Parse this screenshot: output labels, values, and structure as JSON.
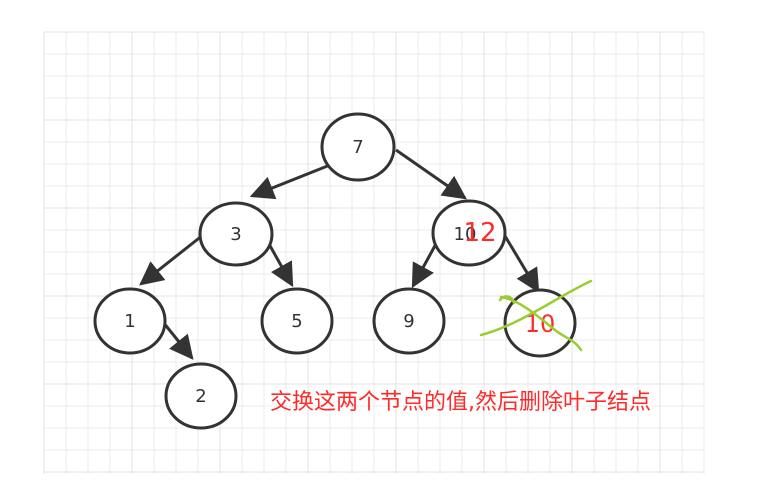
{
  "colors": {
    "node_stroke": "#333333",
    "edge": "#333333",
    "annotation_red": "#ff2a2a",
    "strike_green": "#9acd32",
    "grid": "#e6e6e6"
  },
  "nodes": [
    {
      "id": "n7",
      "label": "7"
    },
    {
      "id": "n3",
      "label": "3"
    },
    {
      "id": "n10",
      "label": "10"
    },
    {
      "id": "n1",
      "label": "1"
    },
    {
      "id": "n5",
      "label": "5"
    },
    {
      "id": "n9",
      "label": "9"
    },
    {
      "id": "n10leaf",
      "label": "10"
    },
    {
      "id": "n2",
      "label": "2"
    }
  ],
  "edges": [
    {
      "from": "7",
      "to": "3"
    },
    {
      "from": "7",
      "to": "10"
    },
    {
      "from": "3",
      "to": "1"
    },
    {
      "from": "3",
      "to": "5"
    },
    {
      "from": "10",
      "to": "9"
    },
    {
      "from": "10",
      "to": "10 (leaf)"
    },
    {
      "from": "1",
      "to": "2"
    }
  ],
  "annotations": {
    "replacement_value": "12",
    "deleted_leaf_value": "10",
    "instruction": "交换这两个节点的值,然后删除叶子结点"
  }
}
